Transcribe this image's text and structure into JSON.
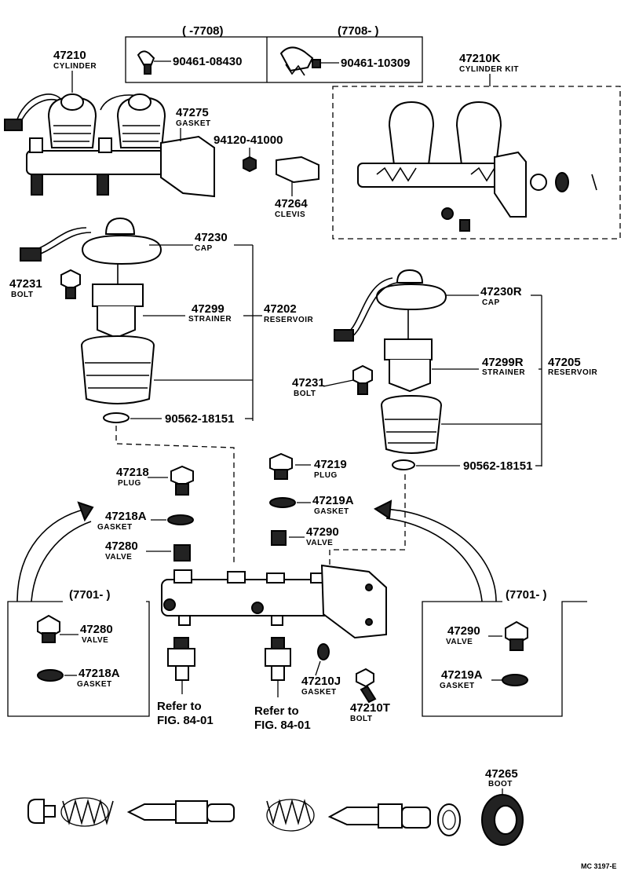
{
  "variant_headers": {
    "top_left": "(   -7708)",
    "top_right": "(7708-   )",
    "inset_left": "(7701-   )",
    "inset_right": "(7701-   )"
  },
  "parts": {
    "p47210": {
      "num": "47210",
      "name": "CYLINDER"
    },
    "p47275": {
      "num": "47275",
      "name": "GASKET"
    },
    "p94120": {
      "num": "94120-41000"
    },
    "p47264": {
      "num": "47264",
      "name": "CLEVIS"
    },
    "p47210K": {
      "num": "47210K",
      "name": "CYLINDER KIT"
    },
    "p90461a": {
      "num": "90461-08430"
    },
    "p90461b": {
      "num": "90461-10309"
    },
    "p47230": {
      "num": "47230",
      "name": "CAP"
    },
    "p47231a": {
      "num": "47231",
      "name": "BOLT"
    },
    "p47299": {
      "num": "47299",
      "name": "STRAINER"
    },
    "p47202": {
      "num": "47202",
      "name": "RESERVOIR"
    },
    "p90562a": {
      "num": "90562-18151"
    },
    "p47230R": {
      "num": "47230R",
      "name": "CAP"
    },
    "p47299R": {
      "num": "47299R",
      "name": "STRAINER"
    },
    "p47205": {
      "num": "47205",
      "name": "RESERVOIR"
    },
    "p47231b": {
      "num": "47231",
      "name": "BOLT"
    },
    "p90562b": {
      "num": "90562-18151"
    },
    "p47218": {
      "num": "47218",
      "name": "PLUG"
    },
    "p47218A": {
      "num": "47218A",
      "name": "GASKET"
    },
    "p47280": {
      "num": "47280",
      "name": "VALVE"
    },
    "p47219": {
      "num": "47219",
      "name": "PLUG"
    },
    "p47219A": {
      "num": "47219A",
      "name": "GASKET"
    },
    "p47290": {
      "num": "47290",
      "name": "VALVE"
    },
    "p47280i": {
      "num": "47280",
      "name": "VALVE"
    },
    "p47218Ai": {
      "num": "47218A",
      "name": "GASKET"
    },
    "p47290i": {
      "num": "47290",
      "name": "VALVE"
    },
    "p47219Ai": {
      "num": "47219A",
      "name": "GASKET"
    },
    "p47210J": {
      "num": "47210J",
      "name": "GASKET"
    },
    "p47210T": {
      "num": "47210T",
      "name": "BOLT"
    },
    "p47265": {
      "num": "47265",
      "name": "BOOT"
    }
  },
  "refs": {
    "left": {
      "line1": "Refer to",
      "line2": "FIG. 84-01"
    },
    "right": {
      "line1": "Refer to",
      "line2": "FIG. 84-01"
    }
  },
  "footer": "MC 3197-E"
}
